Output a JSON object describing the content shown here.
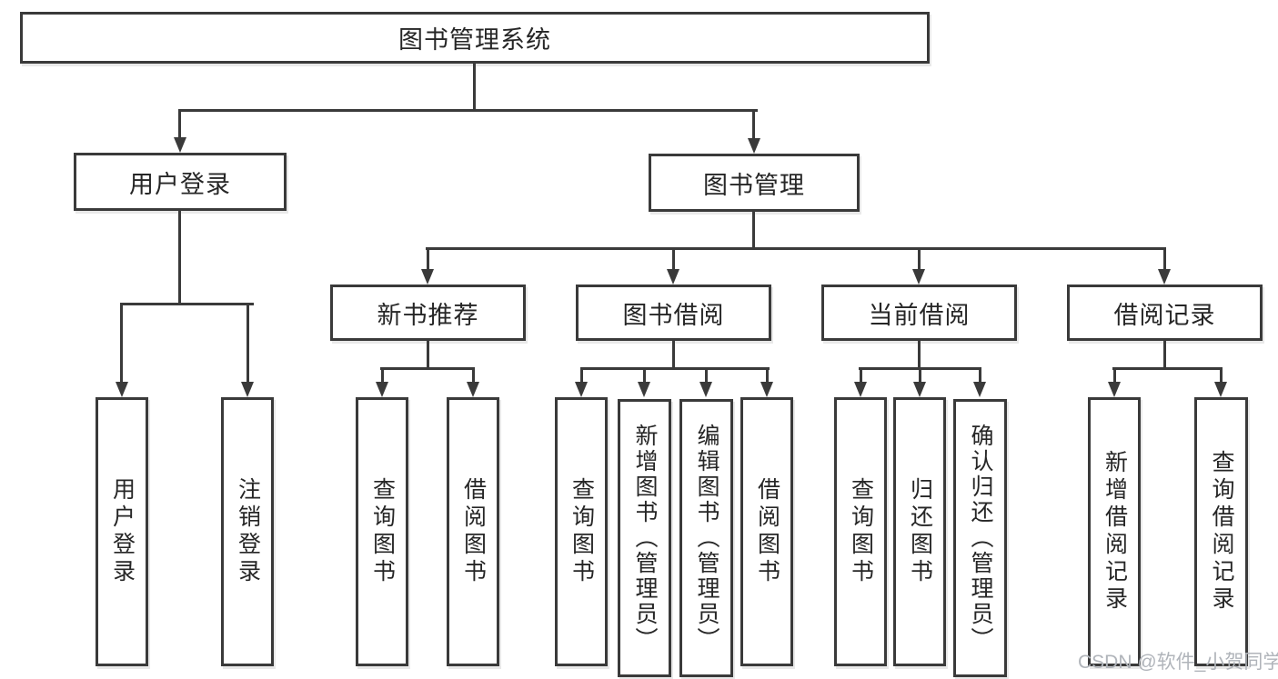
{
  "tree": {
    "root": "图书管理系统",
    "branches": [
      {
        "label": "用户登录",
        "children": [
          "用户登录",
          "注销登录"
        ]
      },
      {
        "label": "图书管理",
        "groups": [
          {
            "label": "新书推荐",
            "children": [
              "查询图书",
              "借阅图书"
            ]
          },
          {
            "label": "图书借阅",
            "children": [
              "查询图书",
              "新增图书（管理员）",
              "编辑图书（管理员）",
              "借阅图书"
            ]
          },
          {
            "label": "当前借阅",
            "children": [
              "查询图书",
              "归还图书",
              "确认归还（管理员）"
            ]
          },
          {
            "label": "借阅记录",
            "children": [
              "新增借阅记录",
              "查询借阅记录"
            ]
          }
        ]
      }
    ]
  },
  "watermark": "CSDN @软件_小贺同学",
  "colors": {
    "line": "#3a3a3a",
    "text": "#262626",
    "bg": "#ffffff",
    "wm": "#b0b4ba"
  }
}
